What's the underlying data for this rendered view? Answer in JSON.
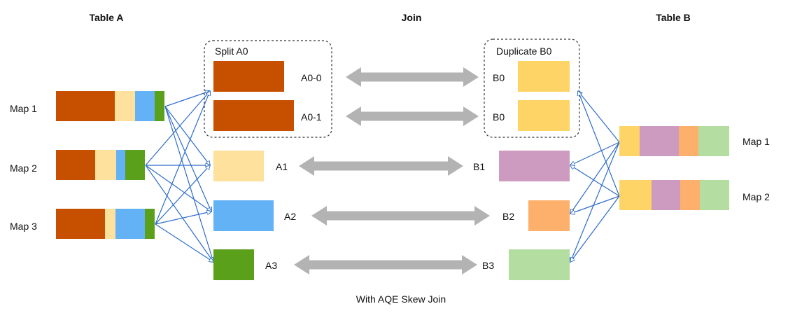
{
  "headers": {
    "table_a": "Table A",
    "join": "Join",
    "table_b": "Table B"
  },
  "table_a": {
    "maps": [
      {
        "label": "Map 1",
        "segments": [
          "#c75000",
          "#fde19c",
          "#64b2f6",
          "#5aa01a"
        ]
      },
      {
        "label": "Map 2",
        "segments": [
          "#c75000",
          "#fde19c",
          "#64b2f6",
          "#5aa01a"
        ]
      },
      {
        "label": "Map 3",
        "segments": [
          "#c75000",
          "#fde19c",
          "#64b2f6",
          "#5aa01a"
        ]
      }
    ]
  },
  "split_group": {
    "title": "Split A0",
    "parts": [
      {
        "label": "A0-0",
        "color": "#c75000"
      },
      {
        "label": "A0-1",
        "color": "#c75000"
      }
    ]
  },
  "a_partitions": [
    {
      "label": "A1",
      "color": "#fde19c"
    },
    {
      "label": "A2",
      "color": "#64b2f6"
    },
    {
      "label": "A3",
      "color": "#5aa01a"
    }
  ],
  "duplicate_group": {
    "title": "Duplicate B0",
    "parts": [
      {
        "label": "B0",
        "color": "#fdd465"
      },
      {
        "label": "B0",
        "color": "#fdd465"
      }
    ]
  },
  "b_partitions": [
    {
      "label": "B1",
      "color": "#cc9bbf"
    },
    {
      "label": "B2",
      "color": "#fdb06b"
    },
    {
      "label": "B3",
      "color": "#b4dea1"
    }
  ],
  "table_b": {
    "maps": [
      {
        "label": "Map 1",
        "segments": [
          "#fdd465",
          "#cc9bbf",
          "#fdb06b",
          "#b4dea1"
        ]
      },
      {
        "label": "Map 2",
        "segments": [
          "#fdd465",
          "#cc9bbf",
          "#fdb06b",
          "#b4dea1"
        ]
      }
    ]
  },
  "caption": "With AQE Skew Join",
  "colors": {
    "connector": "#2d6ccb",
    "join_arrow": "#b3b3b3",
    "group_border": "#333333"
  }
}
